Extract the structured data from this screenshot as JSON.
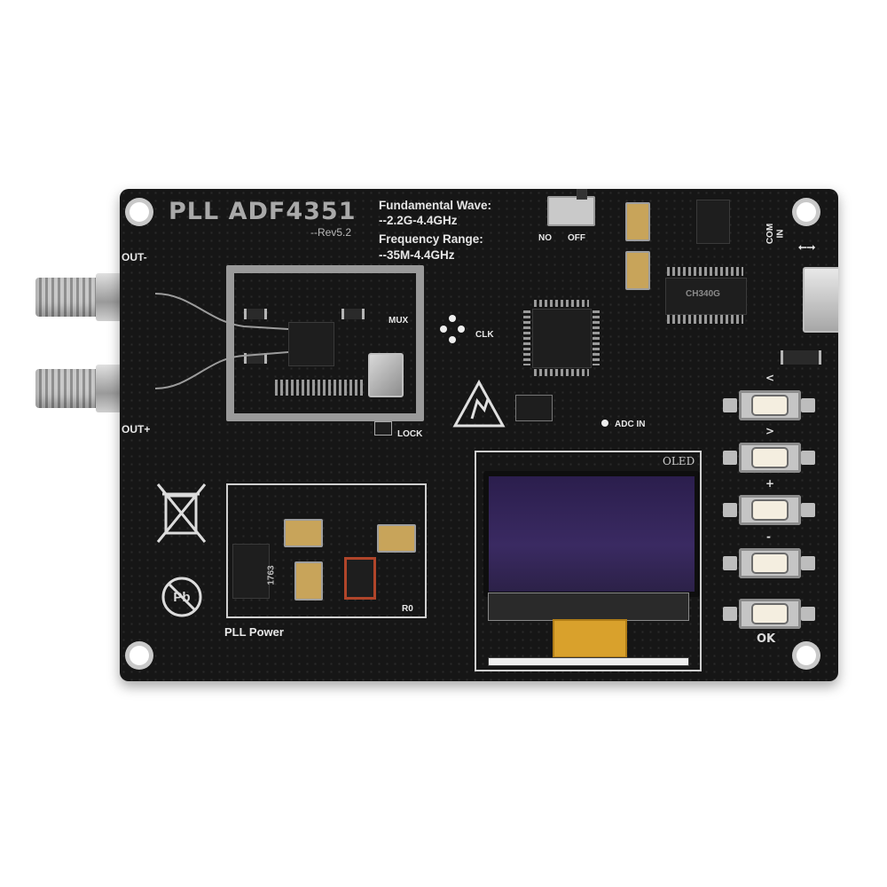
{
  "board": {
    "title": "PLL  ADF4351",
    "revision": "--Rev5.2",
    "spec_line1": "Fundamental Wave:",
    "spec_line2": "--2.2G-4.4GHz",
    "spec_line3": "Frequency Range:",
    "spec_line4": "--35M-4.4GHz",
    "labels": {
      "out_minus": "OUT-",
      "out_plus": "OUT+",
      "mux": "MUX",
      "clk": "CLK",
      "lock": "LOCK",
      "adc_in": "ADC IN",
      "no": "NO",
      "off": "OFF",
      "com": "COM",
      "in": "IN",
      "oled": "OLED",
      "pll_power": "PLL Power",
      "r0": "R0",
      "chip_marking": "CH340G",
      "reg_marking": "1763"
    },
    "buttons": [
      {
        "symbol": "<"
      },
      {
        "symbol": ">"
      },
      {
        "symbol": "+"
      },
      {
        "symbol": "-"
      },
      {
        "symbol": "OK"
      }
    ]
  }
}
